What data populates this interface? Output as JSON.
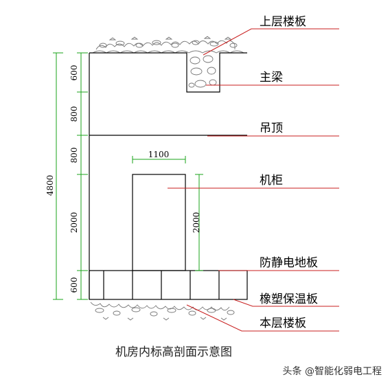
{
  "diagram": {
    "caption": "机房内标高剖面示意图",
    "labels": {
      "upper_slab": "上层楼板",
      "main_beam": "主梁",
      "ceiling": "吊顶",
      "cabinet": "机柜",
      "raised_floor": "防静电地板",
      "insulation": "橡塑保温板",
      "floor_slab": "本层楼板"
    },
    "dimensions": {
      "total": "4800",
      "beam": "600",
      "ceiling_gap": "800",
      "above_cabinet": "800",
      "cabinet_height_left": "2000",
      "floor": "600",
      "cabinet_width": "1100",
      "cabinet_height": "2000"
    },
    "colors": {
      "line": "#000000",
      "dimension": "#1aa31a",
      "leader": "#c81e1e",
      "hatch": "#777777"
    }
  },
  "watermark": "头条 @智能化弱电工程"
}
